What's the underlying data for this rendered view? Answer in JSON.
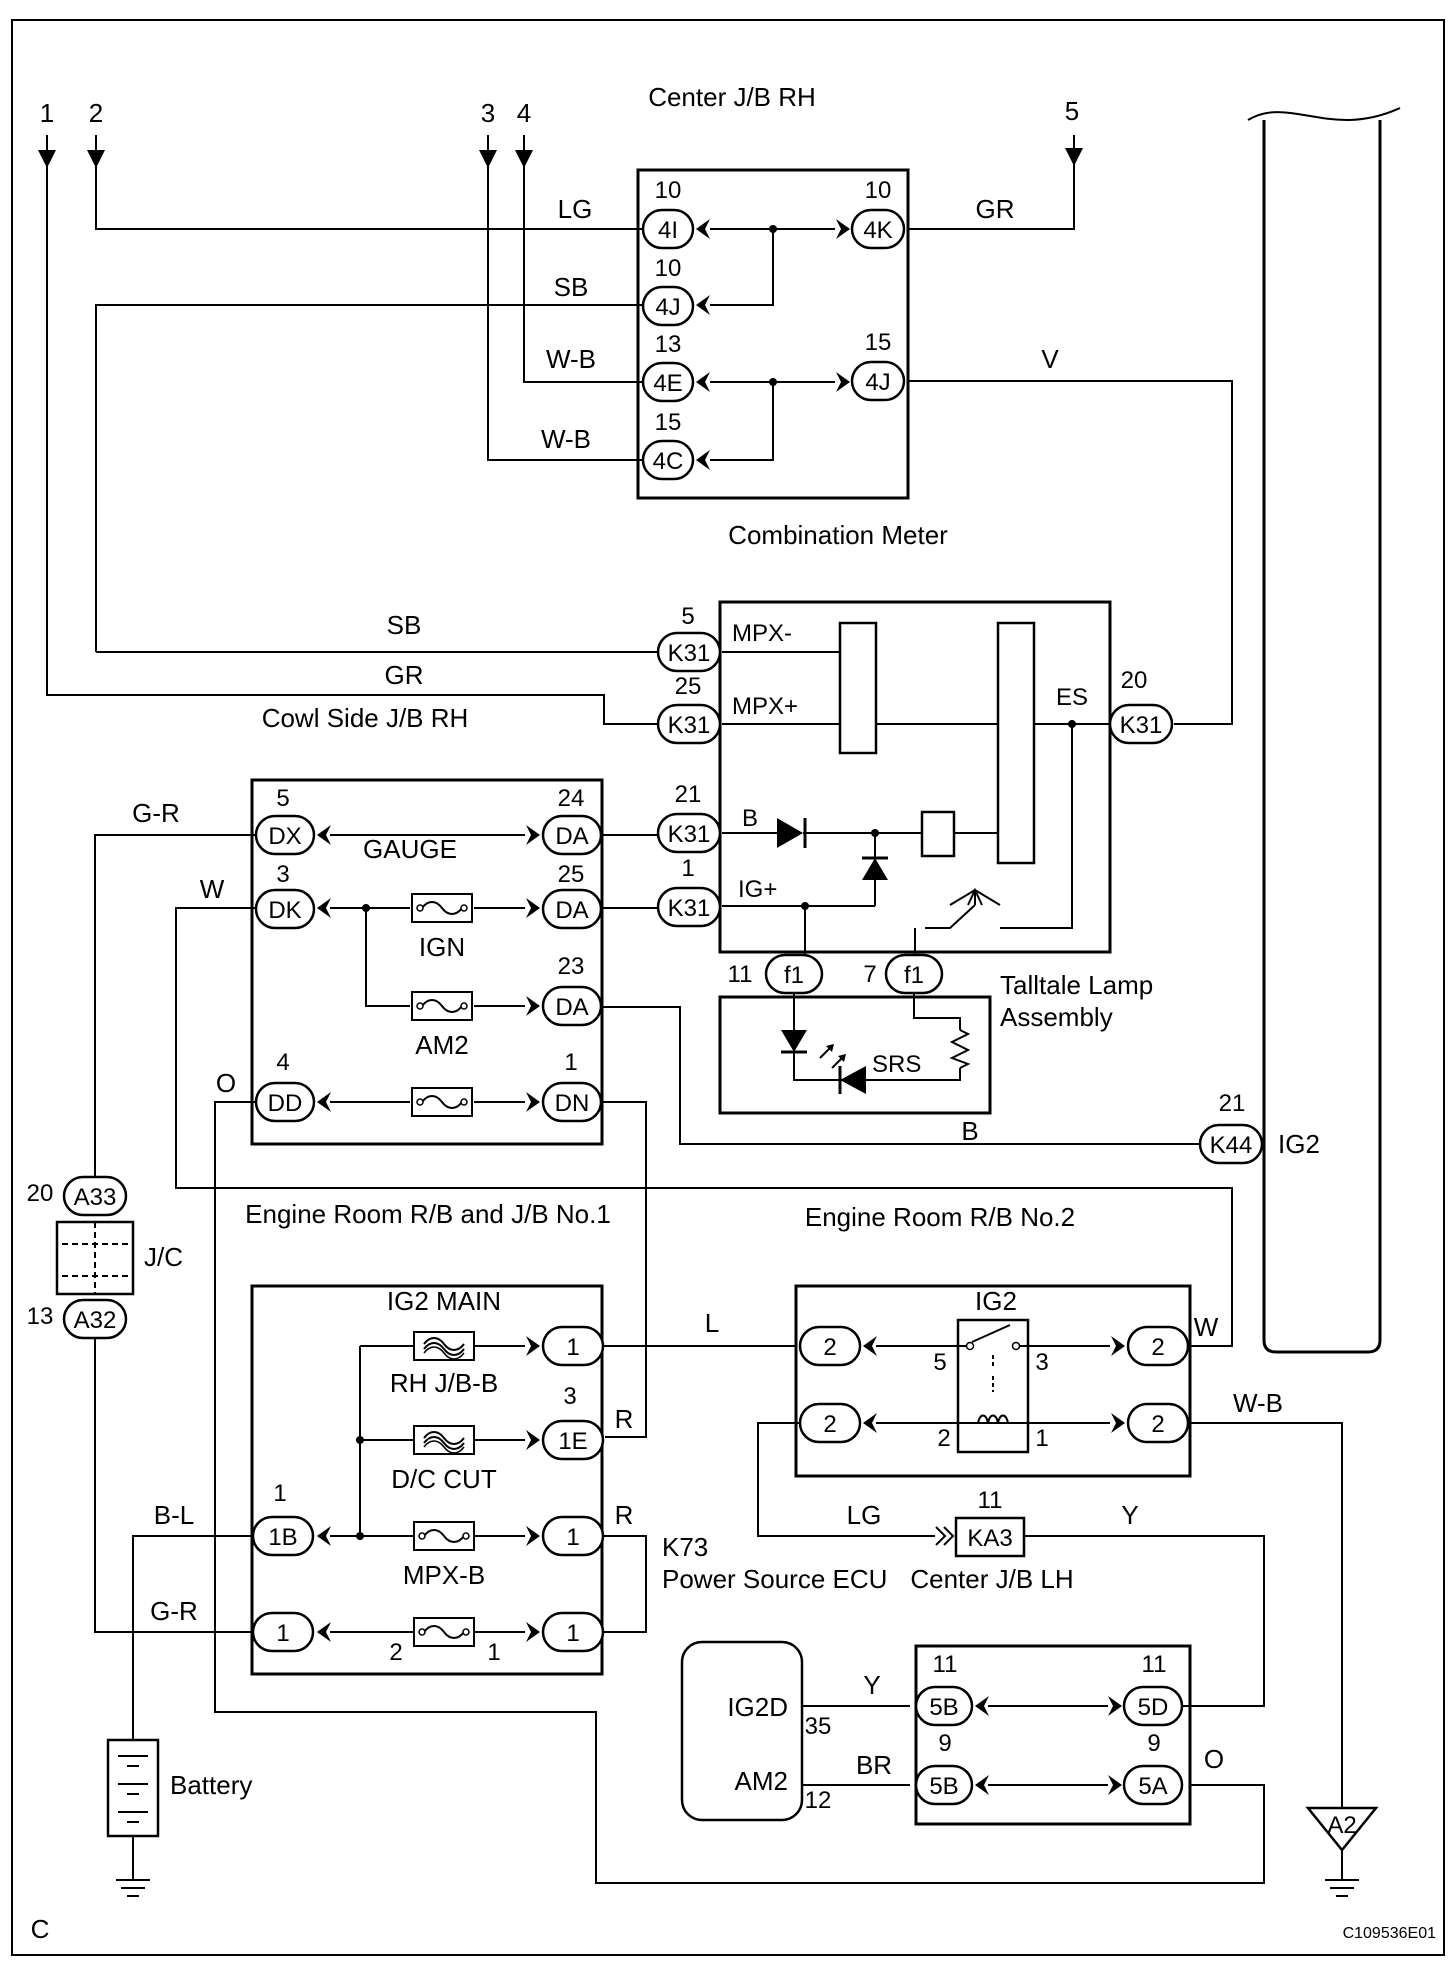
{
  "signals": [
    "1",
    "2",
    "3",
    "4",
    "5"
  ],
  "blocks": {
    "center_jb_rh": "Center J/B RH",
    "combination_meter": "Combination Meter",
    "cowl_side_jb_rh": "Cowl Side J/B RH",
    "er_rb_jb_no1": "Engine Room R/B and J/B No.1",
    "er_rb_no2": "Engine Room R/B No.2",
    "talltale": [
      "Talltale Lamp",
      "Assembly"
    ],
    "jc": "J/C",
    "k73": [
      "K73",
      "Power Source ECU"
    ],
    "center_jb_lh": "Center J/B LH",
    "battery": "Battery",
    "a2": "A2"
  },
  "wires": {
    "lg": "LG",
    "gr": "GR",
    "sb": "SB",
    "wb": "W-B",
    "v": "V",
    "gr2": "G-R",
    "w": "W",
    "o": "O",
    "b": "B",
    "l": "L",
    "r": "R",
    "bl": "B-L",
    "y": "Y",
    "br": "BR"
  },
  "center_jb": {
    "left": [
      {
        "pin": "10",
        "conn": "4I"
      },
      {
        "pin": "10",
        "conn": "4J"
      },
      {
        "pin": "13",
        "conn": "4E"
      },
      {
        "pin": "15",
        "conn": "4C"
      }
    ],
    "right": [
      {
        "pin": "10",
        "conn": "4K"
      },
      {
        "pin": "15",
        "conn": "4J"
      }
    ]
  },
  "meter": {
    "conns": [
      {
        "pin": "5",
        "conn": "K31"
      },
      {
        "pin": "25",
        "conn": "K31"
      },
      {
        "pin": "21",
        "conn": "K31"
      },
      {
        "pin": "1",
        "conn": "K31"
      },
      {
        "pin": "20",
        "conn": "K31"
      }
    ],
    "terms": [
      "MPX-",
      "MPX+",
      "ES",
      "B",
      "IG+"
    ],
    "f1": [
      {
        "pin": "11",
        "conn": "f1"
      },
      {
        "pin": "7",
        "conn": "f1"
      }
    ],
    "srs": "SRS"
  },
  "k44": {
    "pin": "21",
    "conn": "K44",
    "label": "IG2"
  },
  "erb1": {
    "left": [
      {
        "pin": "5",
        "conn": "DX"
      },
      {
        "pin": "3",
        "conn": "DK"
      },
      {
        "pin": "4",
        "conn": "DD"
      }
    ],
    "right": [
      {
        "pin": "24",
        "conn": "DA"
      },
      {
        "pin": "25",
        "conn": "DA"
      },
      {
        "pin": "23",
        "conn": "DA"
      },
      {
        "pin": "1",
        "conn": "DN"
      }
    ],
    "fuses": [
      "GAUGE",
      "IGN",
      "AM2"
    ]
  },
  "jc_conns": [
    {
      "pin": "20",
      "conn": "A33"
    },
    {
      "pin": "13",
      "conn": "A32"
    }
  ],
  "lower_rb": {
    "title": "IG2 MAIN",
    "fuses": [
      "RH J/B-B",
      "D/C CUT",
      "MPX-B"
    ],
    "left": [
      {
        "pin": "1",
        "conn": "1B"
      },
      {
        "pin": "",
        "conn": "1"
      }
    ],
    "right": [
      {
        "pin": "",
        "conn": "1"
      },
      {
        "pin": "3",
        "conn": "1E"
      },
      {
        "pin": "",
        "conn": "1"
      },
      {
        "pin": "",
        "conn": "1"
      }
    ],
    "fuse_pins": [
      "2",
      "1"
    ]
  },
  "erb2": {
    "relay": "IG2",
    "conns": [
      "2",
      "2",
      "2",
      "2"
    ],
    "relay_pins": [
      "5",
      "3",
      "2",
      "1"
    ]
  },
  "ka3": {
    "pin": "11",
    "conn": "KA3"
  },
  "ecu": {
    "terms": [
      "IG2D",
      "AM2"
    ],
    "pins": [
      "35",
      "12"
    ]
  },
  "blk5": {
    "left": [
      {
        "pin": "11",
        "conn": "5B"
      },
      {
        "pin": "9",
        "conn": "5B"
      }
    ],
    "right": [
      {
        "pin": "11",
        "conn": "5D"
      },
      {
        "pin": "9",
        "conn": "5A"
      }
    ]
  },
  "footer": {
    "left": "C",
    "right": "C109536E01"
  }
}
